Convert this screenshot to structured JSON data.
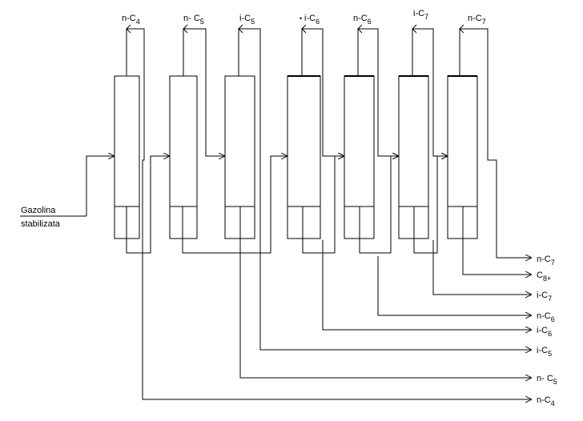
{
  "feed": {
    "line1": "Gazolina",
    "line2": "stabilizata"
  },
  "columns": [
    {
      "top": {
        "base": "n-C",
        "sub": "4"
      }
    },
    {
      "top": {
        "base": "n- C",
        "sub": "5"
      }
    },
    {
      "top": {
        "base": "i-C",
        "sub": "5"
      }
    },
    {
      "top": {
        "base": "i-C",
        "sub": "6"
      }
    },
    {
      "top": {
        "base": "n-C",
        "sub": "6"
      }
    },
    {
      "top": {
        "base": "i-C",
        "sub": "7"
      }
    },
    {
      "top": {
        "base": "n-C",
        "sub": "7"
      }
    }
  ],
  "products": [
    {
      "base": "n-C",
      "sub": "7"
    },
    {
      "base": "C",
      "sub": "8+"
    },
    {
      "base": "i-C",
      "sub": "7"
    },
    {
      "base": "n-C",
      "sub": "6"
    },
    {
      "base": "i-C",
      "sub": "6"
    },
    {
      "base": "i-C",
      "sub": "5"
    },
    {
      "base": "n- C",
      "sub": "5"
    },
    {
      "base": "n-C",
      "sub": "4"
    }
  ]
}
